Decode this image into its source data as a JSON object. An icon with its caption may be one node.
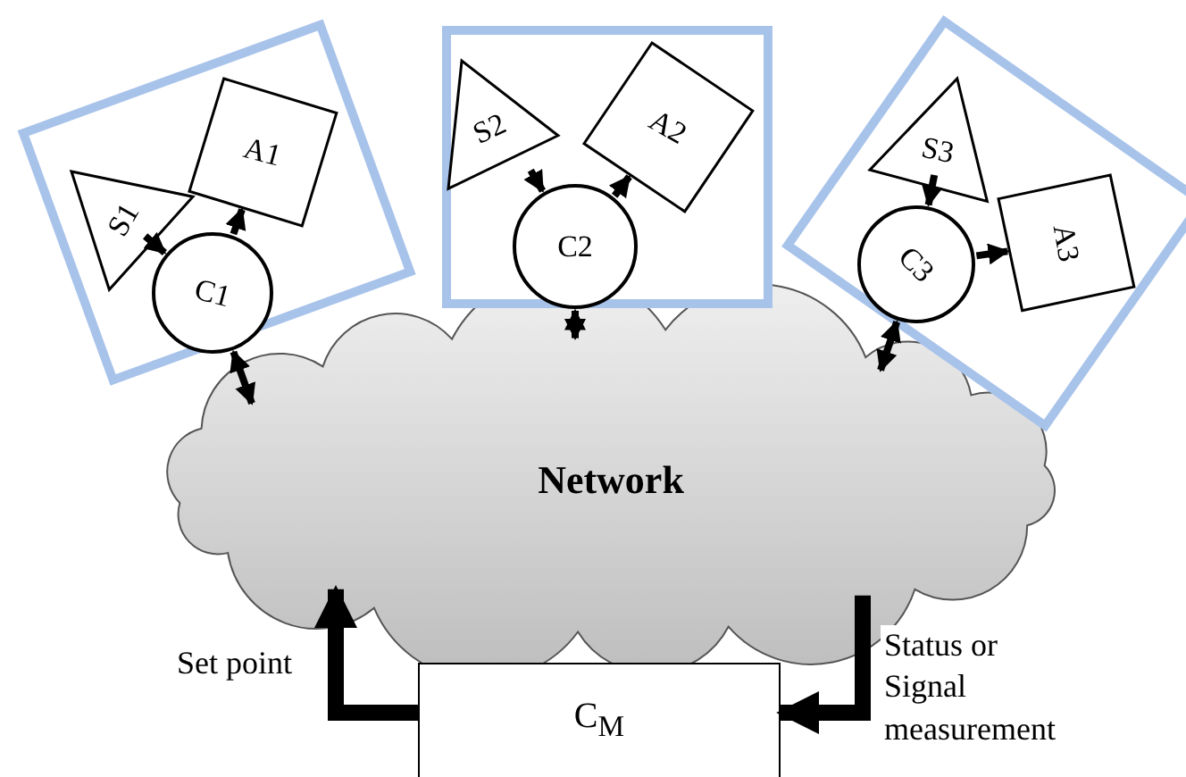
{
  "diagram": {
    "nodes": [
      {
        "text": [],
        "shape": "box"
      },
      {
        "text": [
          "S1"
        ],
        "in": 0
      },
      {
        "text": [
          "A1"
        ],
        "in": 0
      },
      {
        "text": [
          "C1"
        ],
        "in": 0
      },
      {
        "text": [],
        "shape": "box"
      },
      {
        "text": [
          "S2"
        ],
        "in": 4
      },
      {
        "text": [
          "A2"
        ],
        "in": 4
      },
      {
        "text": [
          "C2"
        ],
        "in": 4
      },
      {
        "text": [],
        "shape": "box"
      },
      {
        "text": [
          "S3"
        ],
        "in": 8
      },
      {
        "text": [
          "C3"
        ],
        "in": 8
      },
      {
        "text": [
          "A3"
        ],
        "in": 8
      },
      {
        "text": [
          "Network"
        ]
      },
      {
        "text": [
          "C$_{M}$"
        ]
      }
    ],
    "edges": [
      {
        "from": 1,
        "to": 3,
        "arrow": "to"
      },
      {
        "from": 3,
        "to": 2,
        "arrow": "to"
      },
      {
        "from": 3,
        "to": 12,
        "arrow": "both"
      },
      {
        "from": 5,
        "to": 7,
        "arrow": "to"
      },
      {
        "from": 7,
        "to": 6,
        "arrow": "to"
      },
      {
        "from": 7,
        "to": 12,
        "arrow": "both"
      },
      {
        "from": 9,
        "to": 10,
        "arrow": "to"
      },
      {
        "from": 10,
        "to": 11,
        "arrow": "to"
      },
      {
        "from": 10,
        "to": 12,
        "arrow": "both"
      },
      {
        "from": 13,
        "to": 12,
        "arrow": "to",
        "label": "Set point",
        "style": "thick"
      },
      {
        "from": 12,
        "to": 13,
        "arrow": "to",
        "label": "Status or Signal measurement",
        "style": "thick"
      }
    ]
  }
}
